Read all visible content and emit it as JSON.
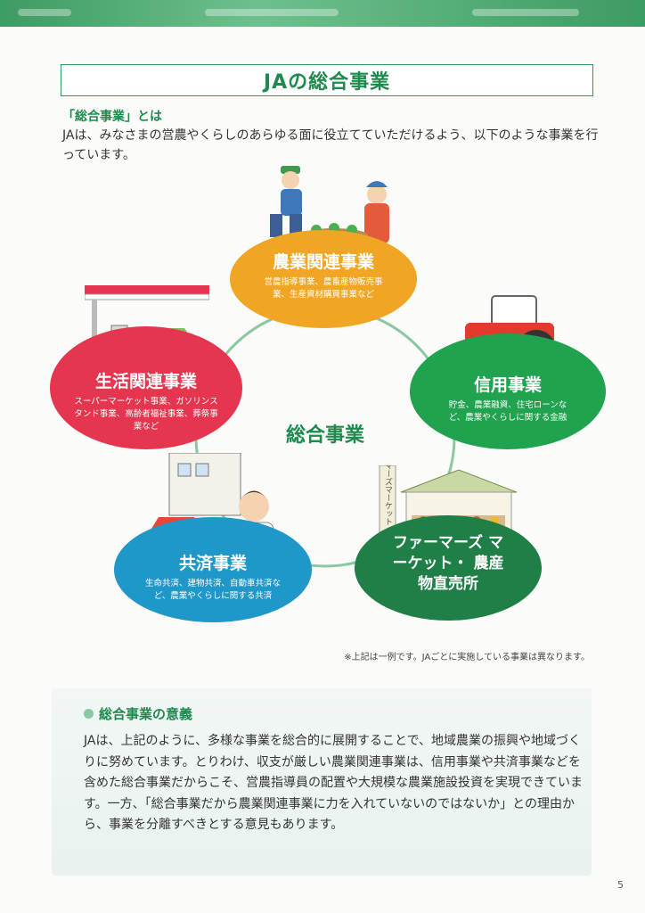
{
  "page_title": "JAの総合事業",
  "section": {
    "subhead": "「総合事業」とは",
    "intro": "JAは、みなさまの営農やくらしのあらゆる面に役立てていただけるよう、以下のような事業を行っています。"
  },
  "diagram": {
    "center": "総合事業",
    "nodes": [
      {
        "name": "農業関連事業",
        "desc": "営農指導事業、農畜産物販売事業、生産資材購買事業など",
        "color": "#f0a624"
      },
      {
        "name": "信用事業",
        "desc": "貯金、農業融資、住宅ローンなど、農業やくらしに関する金融",
        "color": "#20a24e"
      },
      {
        "name": "ファーマーズ マーケット・ 農産物直売所",
        "desc": "",
        "color": "#1f7f47"
      },
      {
        "name": "共済事業",
        "desc": "生命共済、建物共済、自動車共済など、農業やくらしに関する共済",
        "color": "#1f97c9"
      },
      {
        "name": "生活関連事業",
        "desc": "スーパーマーケット事業、ガソリンスタンド事業、高齢者福祉事業、葬祭事業など",
        "color": "#e6364f"
      }
    ],
    "sign_text": "JAファーマーズマーケット",
    "note": "※上記は一例です。JAごとに実施している事業は異なります。"
  },
  "significance": {
    "title": "総合事業の意義",
    "body": "JAは、上記のように、多様な事業を総合的に展開することで、地域農業の振興や地域づくりに努めています。とりわけ、収支が厳しい農業関連事業は、信用事業や共済事業などを含めた総合事業だからこそ、営農指導員の配置や大規模な農業施設投資を実現できています。一方、「総合事業だから農業関連事業に力を入れていないのではないか」との理由から、事業を分離すべきとする意見もあります。"
  },
  "page_number": "5"
}
